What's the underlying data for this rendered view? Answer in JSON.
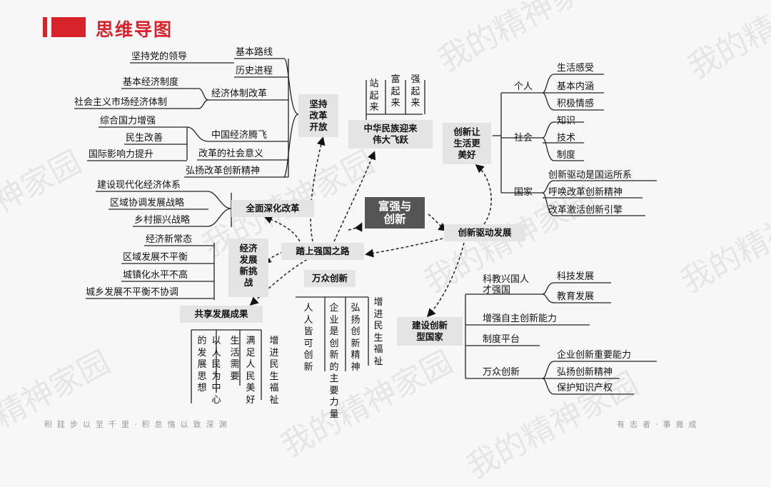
{
  "header": {
    "title": "思维导图"
  },
  "center": {
    "line1": "富强与",
    "line2": "创新"
  },
  "nodes": {
    "reform": {
      "l1": "坚持",
      "l2": "改革",
      "l3": "开放"
    },
    "rise": {
      "l1": "中华民族迎来",
      "l2": "伟大飞跃"
    },
    "innovate_life": {
      "l1": "创新让",
      "l2": "生活更",
      "l3": "美好"
    },
    "deepen": "全面深化改革",
    "challenge": {
      "l1": "经济",
      "l2": "发展",
      "l3": "新挑",
      "l4": "战"
    },
    "strong_road": "踏上强国之路",
    "mass": "万众创新",
    "share": "共享发展成果",
    "drive": "创新驱动发展",
    "build": {
      "l1": "建设创新",
      "l2": "型国家"
    }
  },
  "reform_branch": {
    "items": [
      "基本路线",
      "历史进程",
      "经济体制改革",
      "中国经济腾飞",
      "改革的社会意义",
      "弘扬改革创新精神"
    ],
    "sub_line": "坚持党的领导",
    "sub_econ": [
      "基本经济制度",
      "社会主义市场经济体制"
    ],
    "sub_fly": [
      "综合国力增强",
      "民生改善",
      "国际影响力提升"
    ]
  },
  "rise_branch": [
    "站起来",
    "富起来",
    "强起来"
  ],
  "life_branch": {
    "groups": [
      "个人",
      "社会",
      "国家"
    ],
    "personal": [
      "生活感受",
      "基本内涵",
      "积极情感"
    ],
    "social": [
      "知识",
      "技术",
      "制度"
    ],
    "national": [
      "创新驱动是国运所系",
      "呼唤改革创新精神",
      "改革激活创新引擎"
    ]
  },
  "deepen_branch": [
    "建设现代化经济体系",
    "区域协调发展战略",
    "乡村振兴战略"
  ],
  "challenge_branch": [
    "经济新常态",
    "区域发展不平衡",
    "城镇化水平不高",
    "城乡发展不平衡不协调"
  ],
  "mass_branch": [
    "人人皆可创新",
    "企业是创新的主要力量",
    "弘扬创新精神",
    "增进民生福祉"
  ],
  "share_branch": [
    "的发展思想",
    "以人民为中心",
    "生活需要",
    "满足人民美好",
    "增进民生福祉"
  ],
  "build_branch": {
    "items": [
      "科教兴国人才强国",
      "增强自主创新能力",
      "制度平台",
      "万众创新"
    ],
    "sub_sci": [
      "科技发展",
      "教育发展"
    ],
    "sub_mass": [
      "企业创新重要能力",
      "弘扬创新精神",
      "保护知识产权"
    ]
  },
  "footer": {
    "left": "积跬步以至千里·积怠惰以致深渊",
    "right": "有志者·事竟成"
  },
  "watermark": "我的精神家园",
  "colors": {
    "accent": "#d7232b",
    "box": "#e4e4e4",
    "center": "#555555"
  }
}
